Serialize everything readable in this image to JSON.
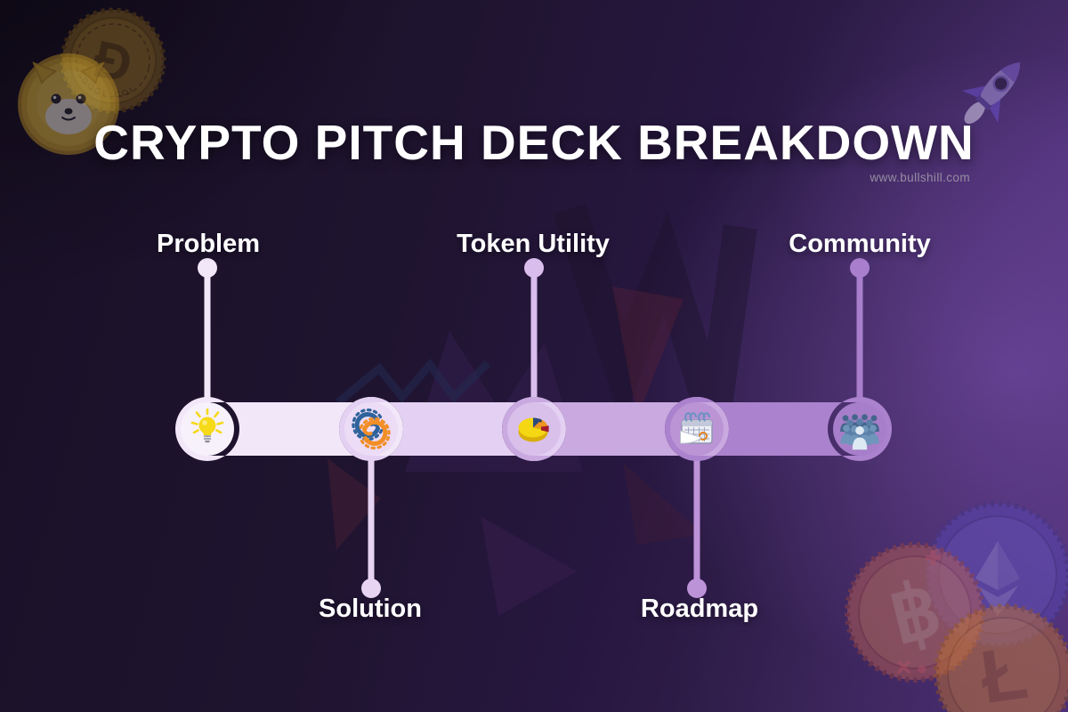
{
  "header": {
    "title": "CRYPTO PITCH DECK BREAKDOWN",
    "website": "www.bullshill.com"
  },
  "timeline": {
    "steps": [
      {
        "label": "Problem",
        "icon": "lightbulb-icon",
        "label_position": "top",
        "circle_color": "#f7f1fb",
        "stem_color": "#f2e7f8"
      },
      {
        "label": "Solution",
        "icon": "gears-icon",
        "label_position": "bottom",
        "circle_color": "#ecdcf6",
        "stem_color": "#e7d4f3"
      },
      {
        "label": "Token Utility",
        "icon": "pie-chart-icon",
        "label_position": "top",
        "circle_color": "#d9c0eb",
        "stem_color": "#d9bdec"
      },
      {
        "label": "Roadmap",
        "icon": "calendar-icon",
        "label_position": "bottom",
        "circle_color": "#bb94d6",
        "stem_color": "#bd93d8"
      },
      {
        "label": "Community",
        "icon": "people-icon",
        "label_position": "top",
        "circle_color": "#a77ec9",
        "stem_color": "#a97fcd"
      }
    ],
    "segment_colors": [
      "#f2e7f8",
      "#e4d0f2",
      "#c9a9e0",
      "#ab82cd"
    ]
  },
  "decorations": {
    "top_left": [
      "dogecoin-icon",
      "shiba-coin-icon"
    ],
    "top_right": [
      "rocket-icon"
    ],
    "bottom_right": [
      "ethereum-coin-icon",
      "bitcoin-icon",
      "litecoin-icon"
    ],
    "dogecoin_text": "DOGE COIN",
    "dogecoin_symbol": "Ð",
    "bitcoin_symbol": "฿",
    "litecoin_symbol": "Ł",
    "background_accent": "#5a3585"
  }
}
